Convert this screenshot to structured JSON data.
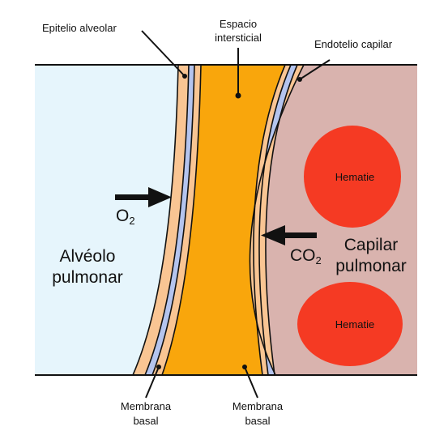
{
  "labels": {
    "epitelio_alveolar": "Epitelio alveolar",
    "espacio_line1": "Espacio",
    "espacio_line2": "intersticial",
    "endotelio_capilar": "Endotelio capilar",
    "membrana_left_line1": "Membrana",
    "membrana_left_line2": "basal",
    "membrana_right_line1": "Membrana",
    "membrana_right_line2": "basal",
    "alveolo_line1": "Alvéolo",
    "alveolo_line2": "pulmonar",
    "capilar_line1": "Capilar",
    "capilar_line2": "pulmonar",
    "hematie_top": "Hematie",
    "hematie_bottom": "Hematie",
    "o2_main": "O",
    "o2_sub": "2",
    "co2_main": "CO",
    "co2_sub": "2"
  },
  "colors": {
    "alveolus_fill": "#e6f5fc",
    "capillary_fill": "#d9b3ae",
    "epithelium_fill": "#f9c593",
    "basal_membrane_fill": "#b4c4ee",
    "interstitial_fill": "#f9a60c",
    "hematie_fill": "#f53a23",
    "outline": "#111111"
  },
  "icons": {
    "o2_arrow": "arrow-right-icon",
    "co2_arrow": "arrow-left-icon"
  }
}
